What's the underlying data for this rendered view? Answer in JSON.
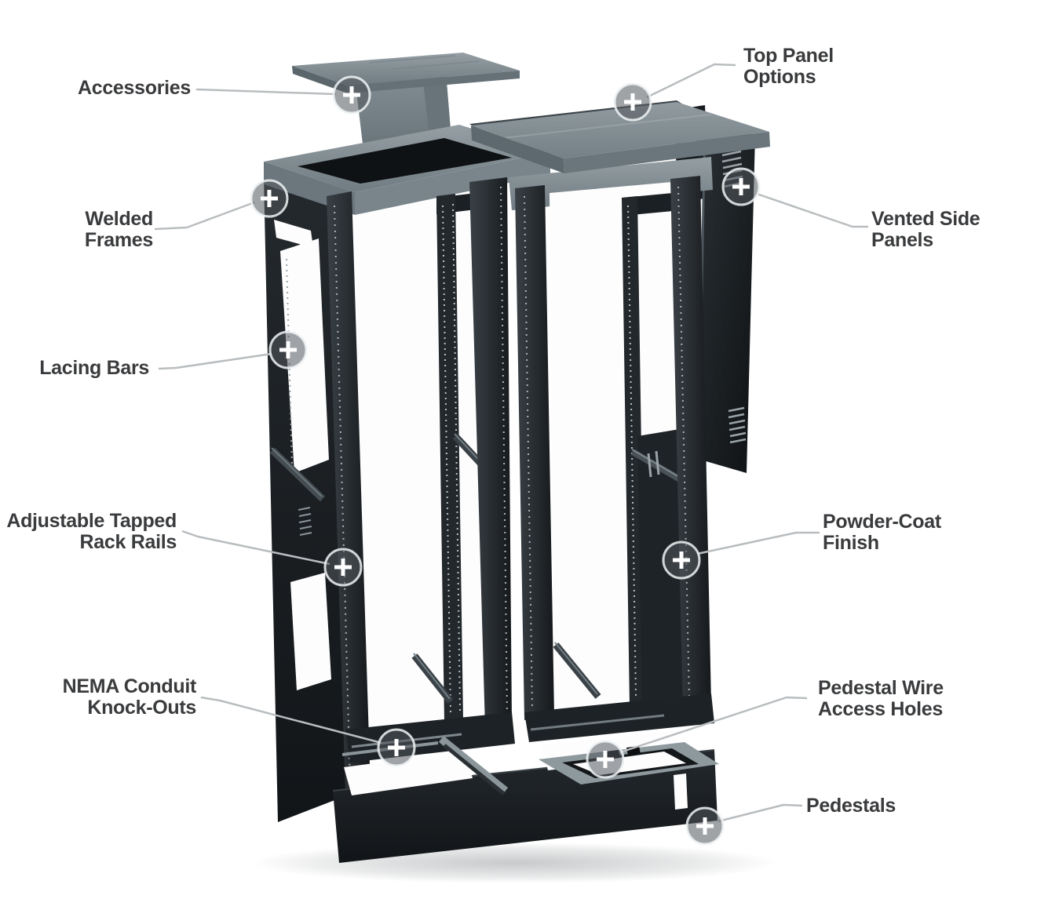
{
  "page": {
    "background": "#ffffff",
    "type": "product-feature-diagram",
    "subject": "Ganged open-frame equipment racks with exploded accessories"
  },
  "colors": {
    "label_text": "#3a3b3d",
    "leader_line": "#b9bdbf",
    "marker_fill": "rgba(82,88,92,0.55)",
    "marker_ring": "rgba(240,243,244,0.85)",
    "marker_plus": "#ffffff",
    "rack_dark": "#1d2125",
    "rack_gray_top": "#7c888e",
    "pedestal_frame": "#8e999e"
  },
  "callouts": [
    {
      "id": "accessories",
      "lines": [
        "Accessories"
      ],
      "side": "left",
      "icon": "plus-icon"
    },
    {
      "id": "top-panel-options",
      "lines": [
        "Top Panel",
        "Options"
      ],
      "side": "right",
      "icon": "plus-icon"
    },
    {
      "id": "welded-frames",
      "lines": [
        "Welded",
        "Frames"
      ],
      "side": "left",
      "icon": "plus-icon"
    },
    {
      "id": "vented-side-panels",
      "lines": [
        "Vented Side",
        "Panels"
      ],
      "side": "right",
      "icon": "plus-icon"
    },
    {
      "id": "lacing-bars",
      "lines": [
        "Lacing Bars"
      ],
      "side": "left",
      "icon": "plus-icon"
    },
    {
      "id": "adjustable-tapped-rack-rails",
      "lines": [
        "Adjustable Tapped",
        "Rack Rails"
      ],
      "side": "left",
      "icon": "plus-icon"
    },
    {
      "id": "powder-coat-finish",
      "lines": [
        "Powder-Coat",
        "Finish"
      ],
      "side": "right",
      "icon": "plus-icon"
    },
    {
      "id": "nema-conduit-knock-outs",
      "lines": [
        "NEMA Conduit",
        "Knock-Outs"
      ],
      "side": "left",
      "icon": "plus-icon"
    },
    {
      "id": "pedestal-wire-access-holes",
      "lines": [
        "Pedestal Wire",
        "Access Holes"
      ],
      "side": "right",
      "icon": "plus-icon"
    },
    {
      "id": "pedestals",
      "lines": [
        "Pedestals"
      ],
      "side": "right",
      "icon": "plus-icon"
    }
  ]
}
